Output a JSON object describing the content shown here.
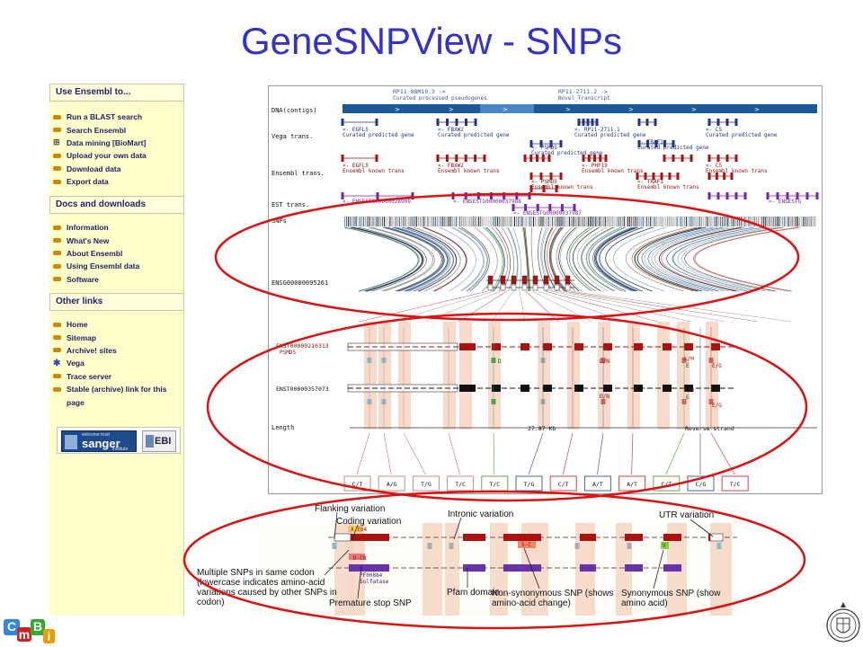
{
  "slide": {
    "title": "GeneSNPView - SNPs"
  },
  "sidebar": {
    "sections": [
      {
        "header": "Use Ensembl to...",
        "items": [
          "Run a BLAST search",
          "Search Ensembl",
          "Data mining [BioMart]",
          "Upload your own data",
          "Download data",
          "Export data"
        ]
      },
      {
        "header": "Docs and downloads",
        "items": [
          "Information",
          "What's New",
          "About Ensembl",
          "Using Ensembl data",
          "Software"
        ]
      },
      {
        "header": "Other links",
        "items": [
          "Home",
          "Sitemap",
          "Archive! sites",
          "Vega",
          "Trace server",
          "Stable (archive) link for this",
          "page"
        ]
      }
    ],
    "logos": {
      "sanger_small": "welcome trust",
      "sanger": "sanger",
      "sanger_sub": "institute",
      "ebi": "EBI"
    }
  },
  "viewer": {
    "top_labels": {
      "left_clone": "RP11-88M19.3  ->",
      "left_clone_desc": "Curated processed pseudogenes",
      "right_clone": "RP11-2711.2  ->",
      "right_clone_desc": "Novel_Transcript"
    },
    "track_labels": [
      "DNA(contigs)",
      "Vega trans.",
      "Ensembl trans.",
      "EST trans.",
      "SNPs",
      "ENSG00000095261",
      "Length"
    ],
    "vega_genes": [
      {
        "name": "<- EGFL5",
        "desc": "Curated predicted gene"
      },
      {
        "name": "<- FBXW2",
        "desc": "Curated predicted gene"
      },
      {
        "name": "<- PSMD5",
        "desc": "Curated predicted gene"
      },
      {
        "name": "<- RP11-2711.1",
        "desc": "Curated predicted gene"
      },
      {
        "name": "<- TRAF1",
        "desc": "Curated predicted gene"
      },
      {
        "name": "<- C5",
        "desc": "Curated predicted gene"
      }
    ],
    "ensembl_genes": [
      {
        "name": "<- EGFL5",
        "desc": "Ensembl known trans"
      },
      {
        "name": "<- FBXW2",
        "desc": "Ensembl known trans"
      },
      {
        "name": "<- PSMD5",
        "desc": "Ensembl known trans"
      },
      {
        "name": "<- PHF19",
        "desc": "Ensembl known trans"
      },
      {
        "name": "<- TRAF1",
        "desc": "Ensembl known trans"
      },
      {
        "name": "<- C5",
        "desc": "Ensembl known trans"
      }
    ],
    "est_labels": [
      "<- ENSESTG00000028909",
      "<- ENSESTG00000037988",
      "<- ENSESTG00000037987",
      "<- ENSESTG"
    ],
    "transcripts": [
      {
        "id": "ENST00000210313",
        "sub": "PSMD5"
      },
      {
        "id": "ENST00000357073",
        "sub": ""
      }
    ],
    "aa_labels": [
      "D",
      "D/N",
      "L/H",
      "E",
      "E/G"
    ],
    "length_text": "27.87 Kb",
    "strand_text": "Reverse strand",
    "alleles": [
      "C/T",
      "A/G",
      "T/G",
      "T/C",
      "T/C",
      "T/G",
      "C/T",
      "A/T",
      "A/T",
      "C/T",
      "C/G",
      "T/C"
    ]
  },
  "bottom": {
    "codon_labels": [
      "A-E64",
      "D-CN"
    ],
    "mid_label": "S-C",
    "syn_label": "V",
    "pfam_labels": [
      "PF00884",
      "Sulfatase"
    ]
  },
  "annotations": {
    "flanking": "Flanking variation",
    "coding": "Coding variation",
    "intronic": "Intronic variation",
    "utr": "UTR variation",
    "multi": "Multiple SNPs in same codon (lowercase indicates amino-acid variations caused by other SNPs in codon)",
    "stop": "Premature stop SNP",
    "pfam": "Pfam domain",
    "nonsyn": "Non-synonymous SNP (shows amino-acid change)",
    "syn": "Synonymous SNP (show amino acid)"
  },
  "brand": {
    "letters": [
      "C",
      "m",
      "B",
      "i"
    ]
  },
  "colors": {
    "title": "#3333cc",
    "sidebar_bg": "#ffffcc",
    "highlight_ellipse": "#dd1111",
    "exon_red": "#aa1111",
    "contig_blue": "#1a5a9a",
    "snp_pink": "#f6d6c4"
  }
}
